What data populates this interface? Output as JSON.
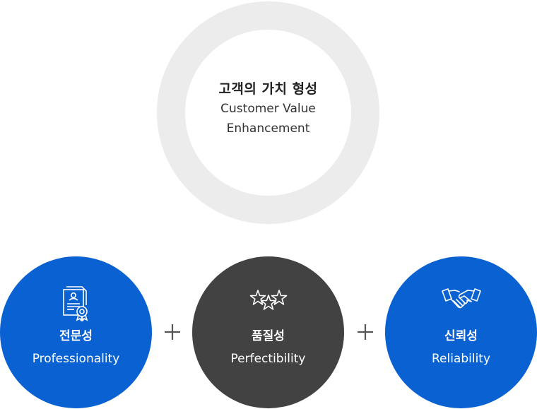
{
  "center": {
    "title_kr": "고객의 가치 형성",
    "title_en_line1": "Customer Value",
    "title_en_line2": "Enhancement",
    "ring_color": "#ececec"
  },
  "pillars": [
    {
      "title_kr": "전문성",
      "title_en": "Professionality",
      "icon": "certificate-icon",
      "color": "#0a61d2"
    },
    {
      "title_kr": "품질성",
      "title_en": "Perfectibility",
      "icon": "three-stars-icon",
      "color": "#424242"
    },
    {
      "title_kr": "신뢰성",
      "title_en": "Reliability",
      "icon": "handshake-icon",
      "color": "#0a61d2"
    }
  ],
  "operator_icon": "plus-icon"
}
